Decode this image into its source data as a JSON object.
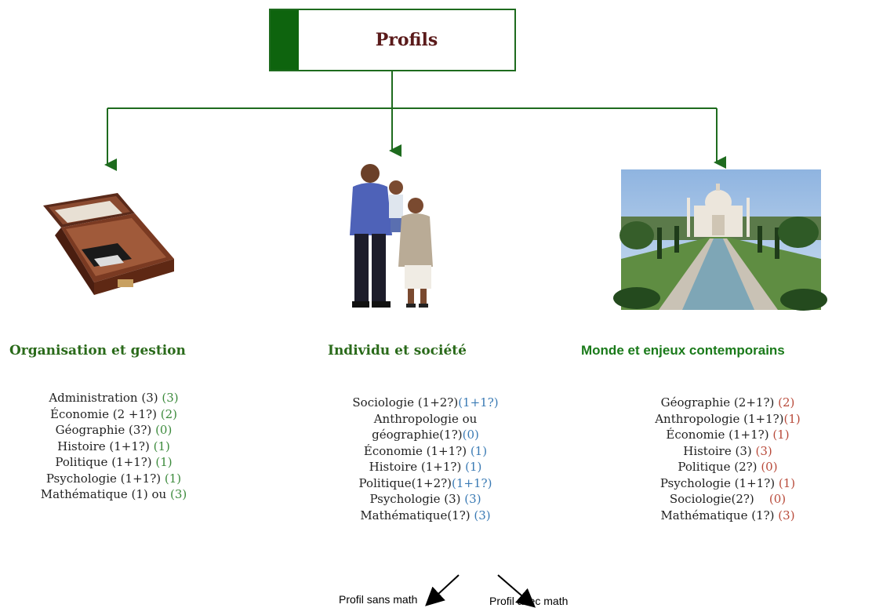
{
  "root": {
    "title": "Profils"
  },
  "columns": [
    {
      "heading": "Organisation et gestion",
      "image": "briefcase",
      "accent": "#3c8a3c",
      "items": [
        {
          "label": "Administration (3)",
          "value": "(3)"
        },
        {
          "label": "Économie (2 +1?)",
          "value": "(2)"
        },
        {
          "label": "Géographie (3?)",
          "value": "(0)"
        },
        {
          "label": "Histoire (1+1?)",
          "value": "(1)"
        },
        {
          "label": "Politique (1+1?)",
          "value": "(1)"
        },
        {
          "label": "Psychologie (1+1?)",
          "value": "(1)"
        },
        {
          "label": "Mathématique (1) ou",
          "value": "(3)"
        }
      ]
    },
    {
      "heading": "Individu et société",
      "image": "family",
      "accent": "#3a7ab4",
      "items": [
        {
          "label": "Sociologie (1+2?)",
          "value": "(1+1?)"
        },
        {
          "label": "Anthropologie ou",
          "value": ""
        },
        {
          "label": "géographie(1?)",
          "value": "(0)"
        },
        {
          "label": "Économie (1+1?)",
          "value": "(1)"
        },
        {
          "label": "Histoire (1+1?)",
          "value": "(1)"
        },
        {
          "label": "Politique(1+2?)",
          "value": "(1+1?)"
        },
        {
          "label": "Psychologie (3)",
          "value": "(3)"
        },
        {
          "label": "Mathématique(1?)",
          "value": "(3)"
        }
      ]
    },
    {
      "heading": "Monde et enjeux contemporains",
      "image": "taj-mahal",
      "accent": "#b84a3a",
      "items": [
        {
          "label": "Géographie (2+1?)",
          "value": "(2)"
        },
        {
          "label": "Anthropologie (1+1?)",
          "value": "(1)"
        },
        {
          "label": "Économie (1+1?)",
          "value": "(1)"
        },
        {
          "label": "Histoire (3)",
          "value": "(3)"
        },
        {
          "label": "Politique (2?)",
          "value": "(0)"
        },
        {
          "label": "Psychologie (1+1?)",
          "value": "(1)"
        },
        {
          "label": "Sociologie(2?)",
          "value": "(0)"
        },
        {
          "label": "Mathématique (1?)",
          "value": "(3)"
        }
      ]
    }
  ],
  "bottom": {
    "left_label": "Profil sans math",
    "right_label": "Profil avec math"
  },
  "colors": {
    "line": "#1e6b1e",
    "root_accent": "#0e640e"
  }
}
